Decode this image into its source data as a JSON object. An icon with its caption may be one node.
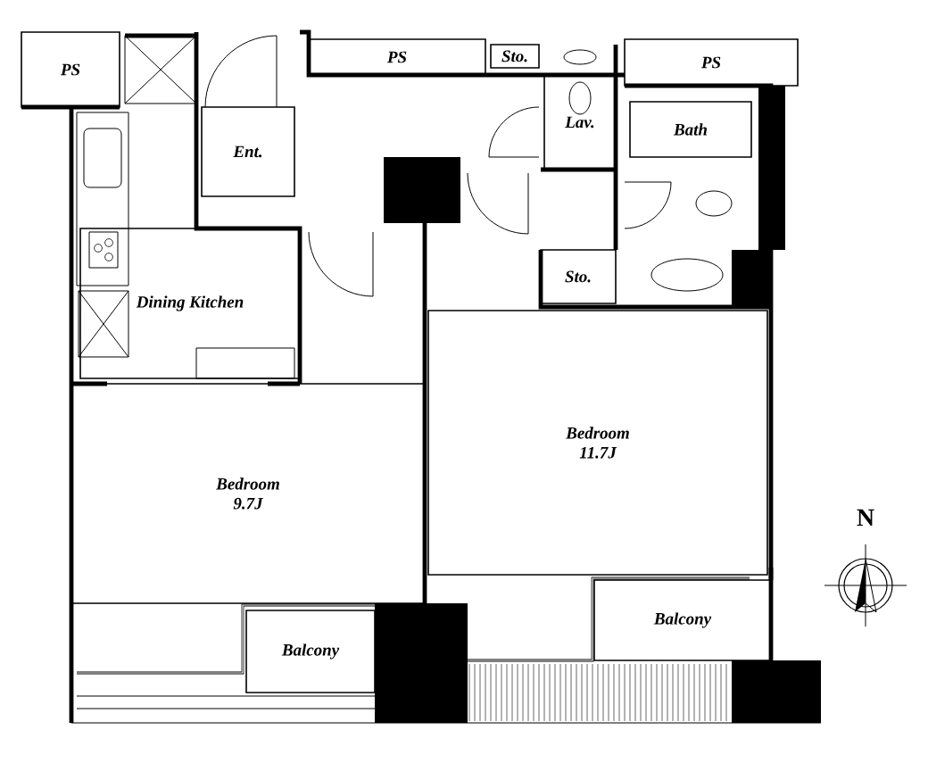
{
  "diagram": {
    "nodes": [
      {
        "text": [
          "PS"
        ]
      },
      {
        "text": [
          "PS"
        ]
      },
      {
        "text": [
          "Sto."
        ]
      },
      {
        "text": [
          "Lav."
        ]
      },
      {
        "text": [
          "PS"
        ]
      },
      {
        "text": [
          "Bath"
        ]
      },
      {
        "text": [
          "Ent."
        ]
      },
      {
        "text": [
          "Dining Kitchen"
        ]
      },
      {
        "text": [
          "Sto."
        ]
      },
      {
        "text": [
          "Bedroom",
          "11.7J"
        ]
      },
      {
        "text": [
          "Bedroom",
          "9.7J"
        ]
      },
      {
        "text": [
          "Balcony"
        ]
      },
      {
        "text": [
          "Balcony"
        ]
      }
    ],
    "labels": [
      "N"
    ]
  }
}
